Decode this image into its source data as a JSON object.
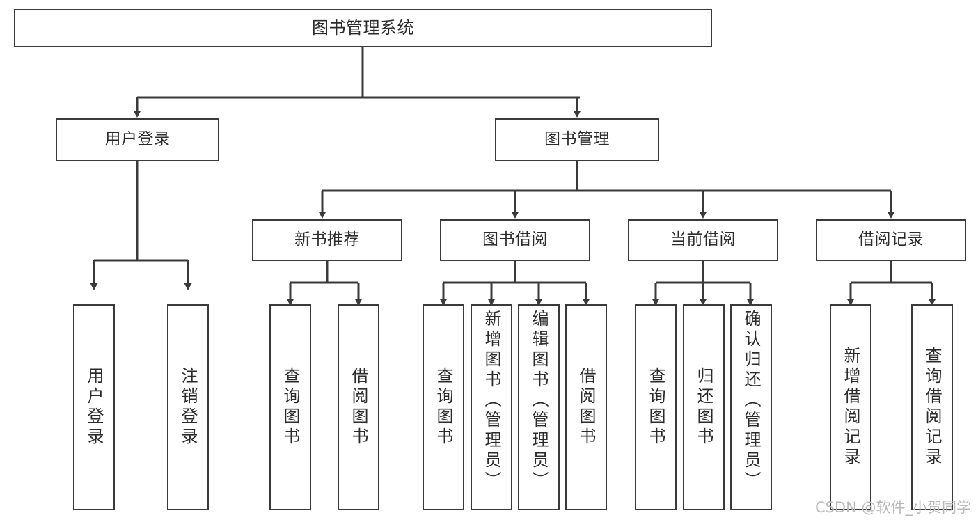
{
  "diagram": {
    "type": "tree-hierarchy",
    "title": "图书管理系统",
    "orientation": "top-down",
    "colors": {
      "box_border": "#3a3a3a",
      "box_fill": "#ffffff",
      "connector": "#3a3a3a",
      "text": "#2b2b2b",
      "watermark": "#b9b9b9"
    },
    "root": {
      "id": "root",
      "label": "图书管理系统"
    },
    "level2": [
      {
        "id": "user-login",
        "label": "用户登录"
      },
      {
        "id": "book-manage",
        "label": "图书管理"
      }
    ],
    "level3": [
      {
        "id": "new-book-rec",
        "label": "新书推荐"
      },
      {
        "id": "book-borrow",
        "label": "图书借阅"
      },
      {
        "id": "current-borrow",
        "label": "当前借阅"
      },
      {
        "id": "borrow-record",
        "label": "借阅记录"
      }
    ],
    "leaves": {
      "user-login": [
        {
          "id": "leaf-user-login",
          "label": "用户登录"
        },
        {
          "id": "leaf-logout",
          "label": "注销登录"
        }
      ],
      "new-book-rec": [
        {
          "id": "leaf-query-book-1",
          "label": "查询图书"
        },
        {
          "id": "leaf-borrow-book-1",
          "label": "借阅图书"
        }
      ],
      "book-borrow": [
        {
          "id": "leaf-query-book-2",
          "label": "查询图书"
        },
        {
          "id": "leaf-add-book",
          "label": "新增图书（管理员）"
        },
        {
          "id": "leaf-edit-book",
          "label": "编辑图书（管理员）"
        },
        {
          "id": "leaf-borrow-book-2",
          "label": "借阅图书"
        }
      ],
      "current-borrow": [
        {
          "id": "leaf-query-book-3",
          "label": "查询图书"
        },
        {
          "id": "leaf-return-book",
          "label": "归还图书"
        },
        {
          "id": "leaf-confirm-return",
          "label": "确认归还（管理员）"
        }
      ],
      "borrow-record": [
        {
          "id": "leaf-add-record",
          "label": "新增借阅记录"
        },
        {
          "id": "leaf-query-record",
          "label": "查询借阅记录"
        }
      ]
    }
  },
  "watermark": {
    "text": "CSDN @软件_小贺同学"
  }
}
